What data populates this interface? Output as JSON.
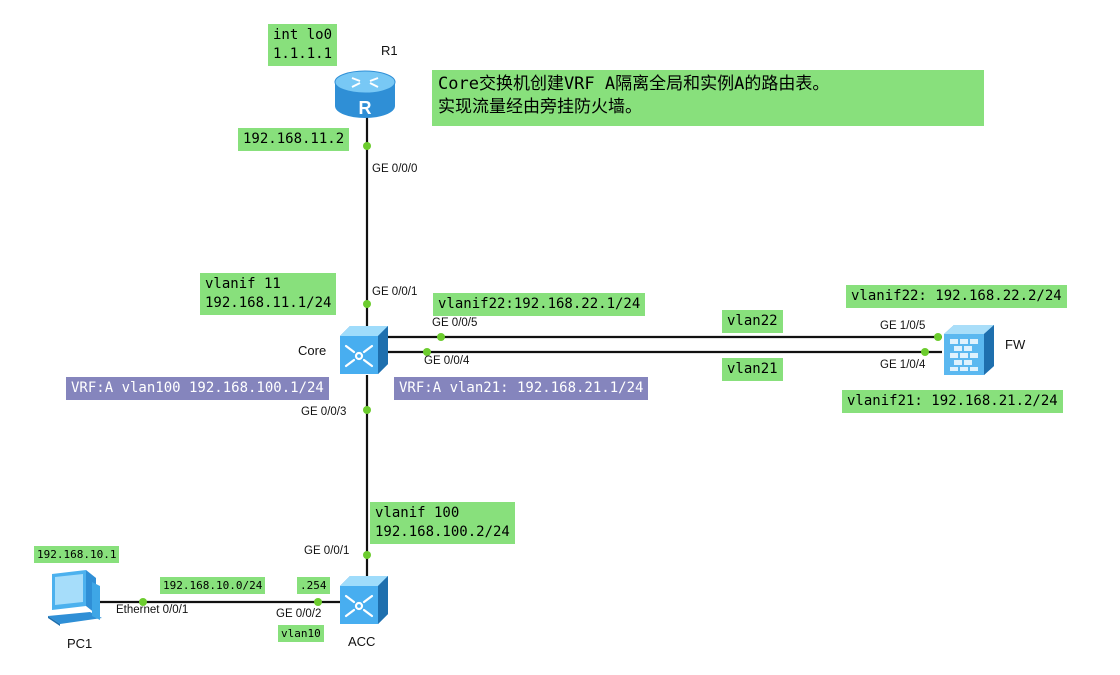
{
  "devices": {
    "r1": "R1",
    "core": "Core",
    "fw": "FW",
    "acc": "ACC",
    "pc1": "PC1"
  },
  "notes": {
    "r1_loopback": "int lo0\n1.1.1.1",
    "r1_ip": "192.168.11.2",
    "description": "Core交换机创建VRF A隔离全局和实例A的路由表。\n实现流量经由旁挂防火墙。",
    "core_vlanif11": "vlanif 11\n192.168.11.1/24",
    "core_vlanif22": "vlanif22:192.168.22.1/24",
    "fw_vlanif22": "vlanif22: 192.168.22.2/24",
    "fw_vlanif21": "vlanif21: 192.168.21.2/24",
    "vlan22": "vlan22",
    "vlan21": "vlan21",
    "core_vrf_vlan100": "VRF:A vlan100 192.168.100.1/24",
    "core_vrf_vlan21": "VRF:A vlan21: 192.168.21.1/24",
    "acc_vlanif100": "vlanif 100\n192.168.100.2/24",
    "pc1_ip": "192.168.10.1",
    "pc_subnet": "192.168.10.0/24",
    "gateway": ".254",
    "vlan10": "vlan10"
  },
  "ports": {
    "r1_ge000": "GE 0/0/0",
    "core_ge001": "GE 0/0/1",
    "core_ge005": "GE 0/0/5",
    "core_ge004": "GE 0/0/4",
    "core_ge003": "GE 0/0/3",
    "fw_ge105": "GE 1/0/5",
    "fw_ge104": "GE 1/0/4",
    "acc_ge001": "GE 0/0/1",
    "acc_ge002": "GE 0/0/2",
    "pc1_eth001": "Ethernet 0/0/1"
  },
  "colors": {
    "note_green": "#88e07c",
    "note_vrf": "#8585bd",
    "port_dot": "#6ccc2e",
    "link": "#111111",
    "device_blue": "#3ea6e6"
  },
  "icons": {
    "r1": "router-icon",
    "core": "core-switch-icon",
    "acc": "access-switch-icon",
    "fw": "firewall-icon",
    "pc1": "pc-icon"
  }
}
